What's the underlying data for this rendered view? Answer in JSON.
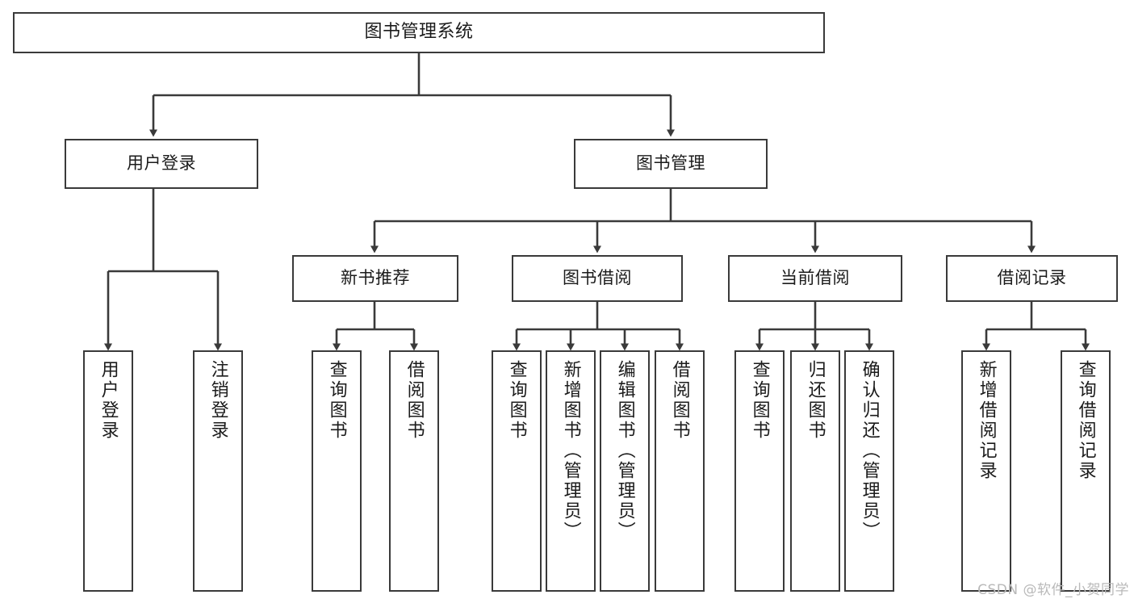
{
  "diagram": {
    "title": "图书管理系统",
    "type": "hierarchy-tree",
    "watermark": "CSDN @软件_小贺同学",
    "colors": {
      "stroke": "#3a3a3a",
      "fill": "#ffffff",
      "text": "#1b1b1b",
      "watermark": "#b9b9b9"
    },
    "levels": {
      "level1": "系统",
      "level2": "模块",
      "level3": "子模块",
      "level4": "功能"
    },
    "nodes": {
      "root": {
        "label": "图书管理系统"
      },
      "level2": [
        {
          "label": "用户登录"
        },
        {
          "label": "图书管理"
        }
      ],
      "level3": [
        {
          "label": "新书推荐"
        },
        {
          "label": "图书借阅"
        },
        {
          "label": "当前借阅"
        },
        {
          "label": "借阅记录"
        }
      ],
      "leaves": {
        "user_login": [
          {
            "label": "用户登录"
          },
          {
            "label": "注销登录"
          }
        ],
        "new_book": [
          {
            "label": "查询图书"
          },
          {
            "label": "借阅图书"
          }
        ],
        "borrow_book": [
          {
            "label": "查询图书"
          },
          {
            "label": "新增图书（管理员）"
          },
          {
            "label": "编辑图书（管理员）"
          },
          {
            "label": "借阅图书"
          }
        ],
        "current_borrow": [
          {
            "label": "查询图书"
          },
          {
            "label": "归还图书"
          },
          {
            "label": "确认归还（管理员）"
          }
        ],
        "borrow_record": [
          {
            "label": "新增借阅记录"
          },
          {
            "label": "查询借阅记录"
          }
        ]
      }
    }
  }
}
